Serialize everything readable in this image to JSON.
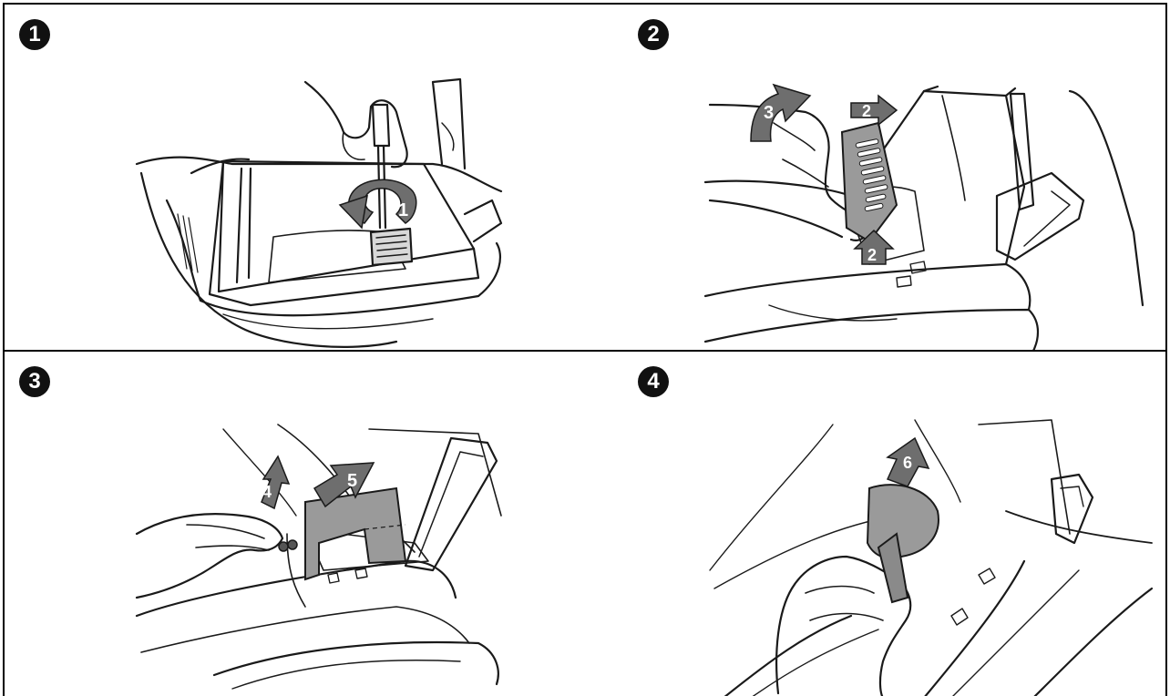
{
  "steps": [
    {
      "number": "1",
      "callouts": [
        "1"
      ]
    },
    {
      "number": "2",
      "callouts": [
        "2",
        "3",
        "2"
      ]
    },
    {
      "number": "3",
      "callouts": [
        "4",
        "5"
      ]
    },
    {
      "number": "4",
      "callouts": [
        "6"
      ]
    }
  ],
  "colors": {
    "line": "#1a1a1a",
    "arrow": "#6e6e6e",
    "filter": "#9a9a9a",
    "badge": "#111111"
  }
}
